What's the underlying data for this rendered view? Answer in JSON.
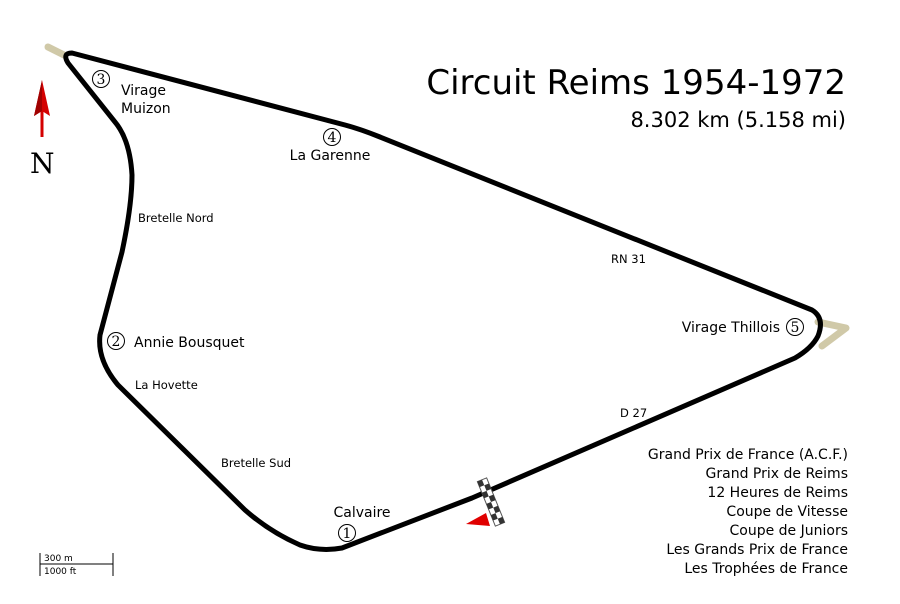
{
  "map": {
    "title": "Circuit Reims 1954-1972",
    "subtitle": "8.302 km (5.158 mi)",
    "north_label": "N",
    "corners": [
      {
        "number": "①",
        "name": "Calvaire"
      },
      {
        "number": "②",
        "name": "Annie Bousquet"
      },
      {
        "number": "③",
        "name": "Virage\nMuizon"
      },
      {
        "number": "④",
        "name": "La Garenne"
      },
      {
        "number": "⑤",
        "name": "Virage Thillois"
      }
    ],
    "road_labels": [
      "Bretelle Nord",
      "La Hovette",
      "Bretelle Sud",
      "RN 31",
      "D 27"
    ],
    "events": [
      "Grand Prix de France (A.C.F.)",
      "Grand Prix de Reims",
      "12 Heures de Reims",
      "Coupe de Vitesse",
      "Coupe de Juniors",
      "Les Grands Prix de France",
      "Les Trophées de France"
    ],
    "scale": {
      "metric": "300 m",
      "imperial": "1000 ft"
    },
    "colors": {
      "track": "#000000",
      "runoff": "#d0c9a8",
      "north_arrow": "#d40000",
      "start_marker": "#e00000"
    }
  }
}
